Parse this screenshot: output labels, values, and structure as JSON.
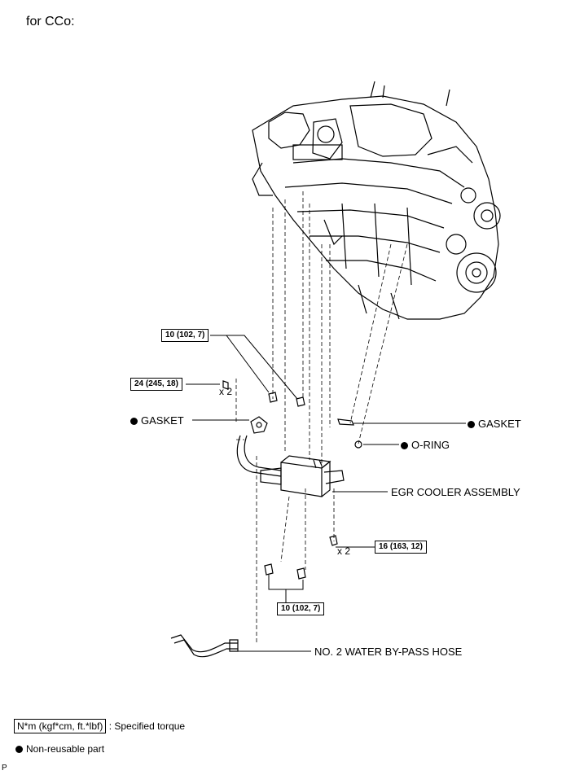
{
  "header": {
    "title": "for CCo:"
  },
  "callouts": {
    "gasket_left": "GASKET",
    "gasket_right": "GASKET",
    "o_ring": "O-RING",
    "egr_cooler": "EGR COOLER ASSEMBLY",
    "water_hose": "NO. 2 WATER BY-PASS HOSE"
  },
  "torques": {
    "t1": "10 (102, 7)",
    "t2": "24 (245, 18)",
    "t3": "16 (163, 12)",
    "t4": "10 (102, 7)"
  },
  "quantities": {
    "q1": "x 2",
    "q2": "x 2"
  },
  "legend": {
    "torque_units": "N*m (kgf*cm, ft.*lbf)",
    "torque_desc": ": Specified torque",
    "nonreusable_desc": "Non-reusable part"
  },
  "footer_code": "P"
}
